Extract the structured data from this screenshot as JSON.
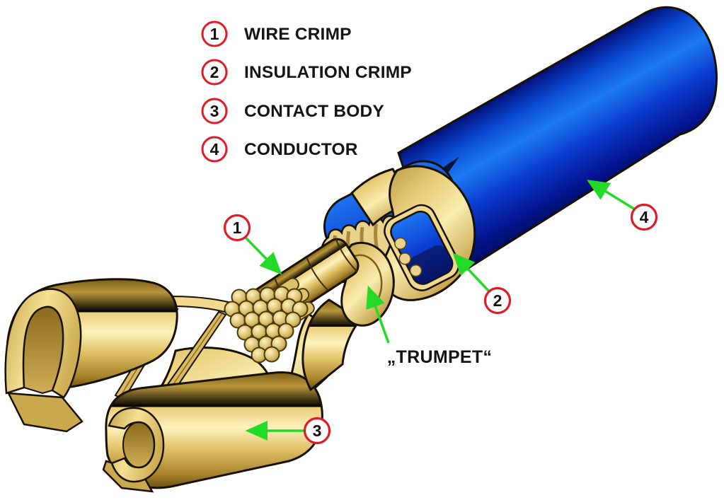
{
  "legend": {
    "items": [
      {
        "num": "1",
        "label": "WIRE CRIMP"
      },
      {
        "num": "2",
        "label": "INSULATION CRIMP"
      },
      {
        "num": "3",
        "label": "CONTACT BODY"
      },
      {
        "num": "4",
        "label": "CONDUCTOR"
      }
    ]
  },
  "callouts": {
    "circle1": "1",
    "circle2": "2",
    "circle3": "3",
    "circle4": "4",
    "trumpet_label": "„TRUMPET“"
  },
  "colors": {
    "background": "#ffffff",
    "marker_red": "#e11b23",
    "arrow_green": "#23da28",
    "terminal_gold": "#e8cc74",
    "wire_blue": "#1d7bf2",
    "outline_black": "#181000",
    "label_text": "#151515"
  }
}
